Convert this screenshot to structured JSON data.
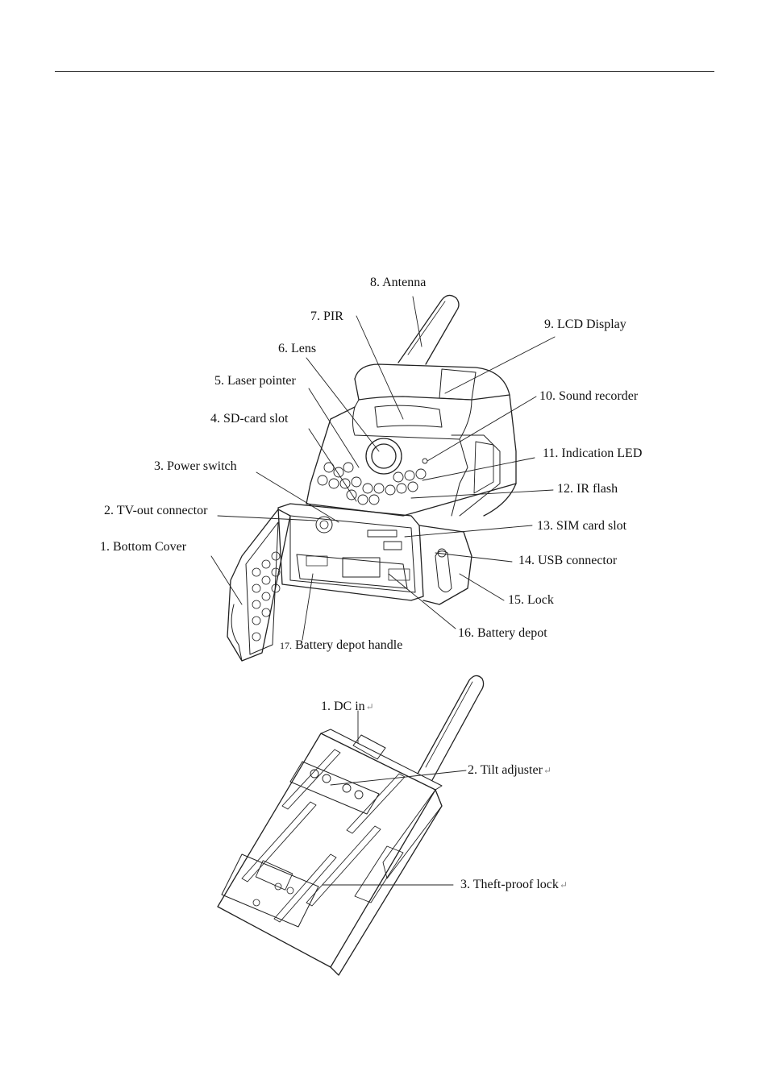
{
  "top_labels": {
    "antenna": "8. Antenna",
    "pir": "7. PIR",
    "lcd": "9. LCD Display",
    "lens": "6. Lens",
    "laser": "5. Laser pointer",
    "sound": "10. Sound recorder",
    "sdcard": "4. SD-card slot",
    "led": "11. Indication LED",
    "power": "3. Power switch",
    "irflash": "12. IR flash",
    "tvout": "2. TV-out connector",
    "sim": "13. SIM card slot",
    "bottom_cover": "1. Bottom Cover",
    "usb": "14. USB connector",
    "lock": "15. Lock",
    "battery_depot": "16. Battery depot",
    "battery_handle_num": "17.",
    "battery_handle_text": " Battery depot handle"
  },
  "bottom_labels": {
    "dcin": "1. DC in",
    "tilt": "2. Tilt adjuster",
    "theft": "3. Theft-proof lock"
  },
  "return_mark": "↵"
}
